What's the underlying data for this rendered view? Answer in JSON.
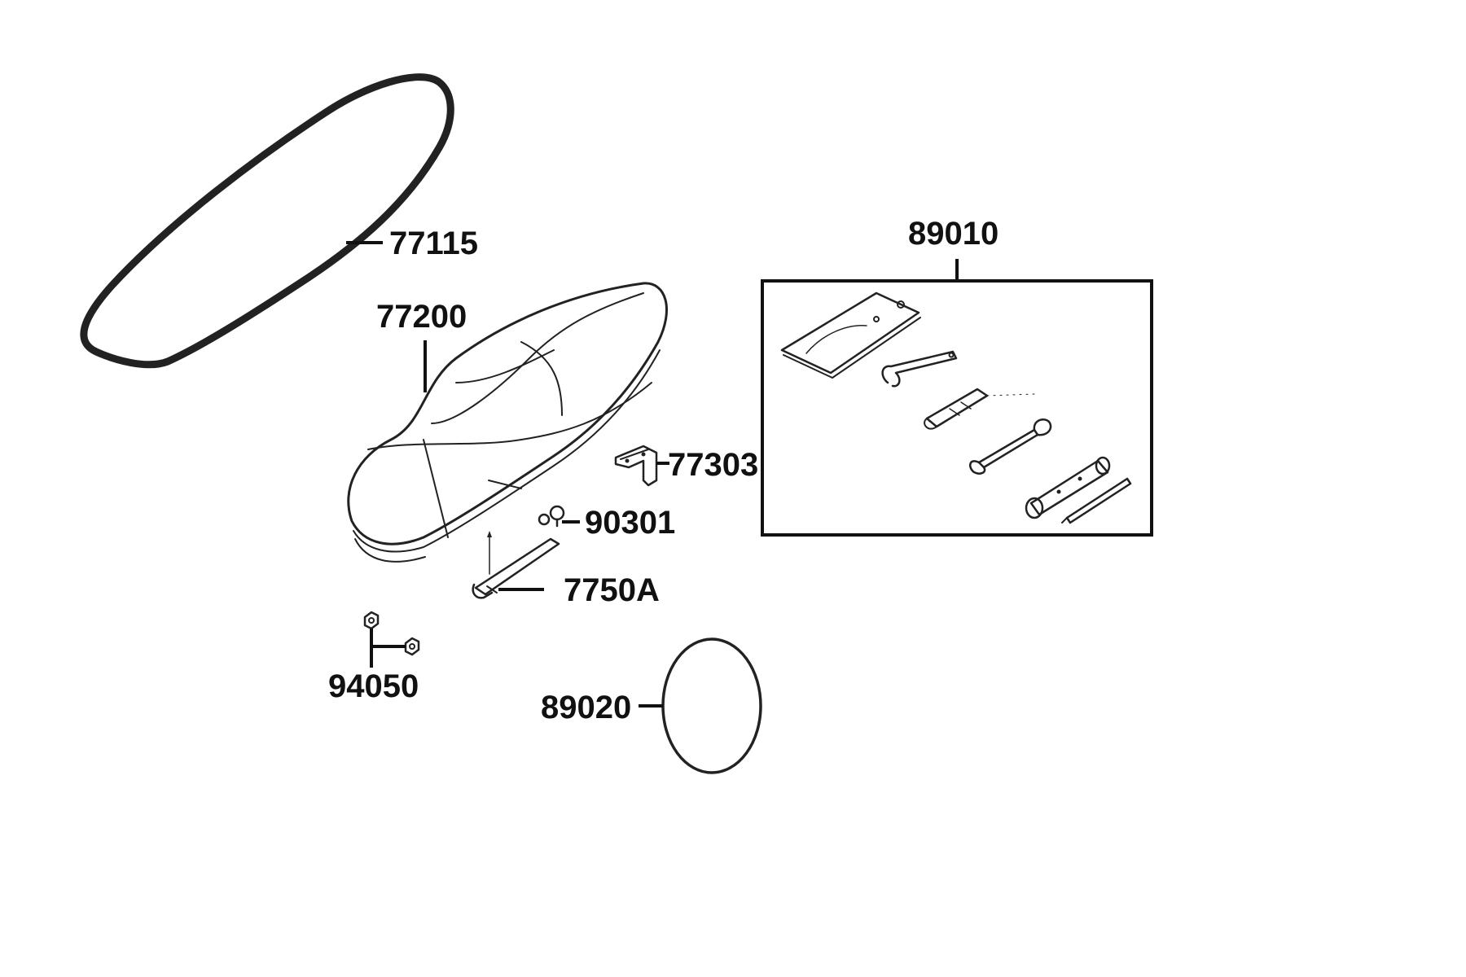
{
  "colors": {
    "ink": "#111111",
    "line": "#222222",
    "background": "#ffffff"
  },
  "parts": [
    {
      "id": "p77115",
      "label": "77115",
      "description_icon": "seat-gasket-icon"
    },
    {
      "id": "p77200",
      "label": "77200",
      "description_icon": "seat-icon"
    },
    {
      "id": "p77303",
      "label": "77303",
      "description_icon": "seat-hinge-bracket-icon"
    },
    {
      "id": "p90301",
      "label": "90301",
      "description_icon": "bolt-icon"
    },
    {
      "id": "p7750A",
      "label": "7750A",
      "description_icon": "seat-stay-icon"
    },
    {
      "id": "p94050",
      "label": "94050",
      "description_icon": "nut-icon"
    },
    {
      "id": "p89020",
      "label": "89020",
      "description_icon": "o-ring-icon"
    },
    {
      "id": "p89010",
      "label": "89010",
      "description_icon": "tool-kit-icon"
    }
  ]
}
